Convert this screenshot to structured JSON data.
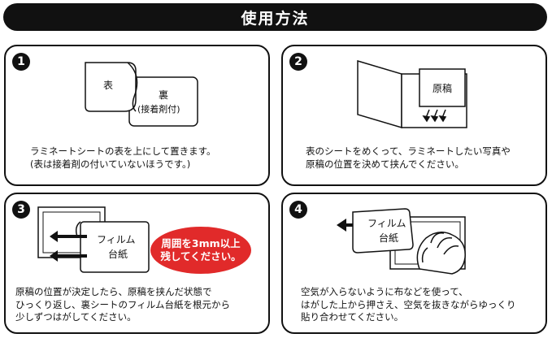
{
  "title": "使用方法",
  "steps": [
    {
      "number": "1",
      "front_label": "表",
      "back_label_1": "裏",
      "back_label_2": "(接着剤付)",
      "caption_lines": [
        "ラミネートシートの表を上にして置きます。",
        "(表は接着剤の付いていないほうです。)"
      ]
    },
    {
      "number": "2",
      "original_label": "原稿",
      "caption_lines": [
        "表のシートをめくって、ラミネートしたい写真や",
        "原稿の位置を決めて挟んでください。"
      ]
    },
    {
      "number": "3",
      "film_label_1": "フィルム",
      "film_label_2": "台紙",
      "warning_lines": [
        "周囲を3mm以上",
        "残してください。"
      ],
      "caption_lines": [
        "原稿の位置が決定したら、原稿を挟んだ状態で",
        "ひっくり返し、裏シートのフィルム台紙を根元から",
        "少しずつはがしてください。"
      ]
    },
    {
      "number": "4",
      "film_label_1": "フィルム",
      "film_label_2": "台紙",
      "caption_lines": [
        "空気が入らないように布などを使って、",
        "はがした上から押さえ、空気を抜きながらゆっくり",
        "貼り合わせてください。"
      ]
    }
  ],
  "colors": {
    "bar": "#111111",
    "warning": "#e12a2a"
  }
}
